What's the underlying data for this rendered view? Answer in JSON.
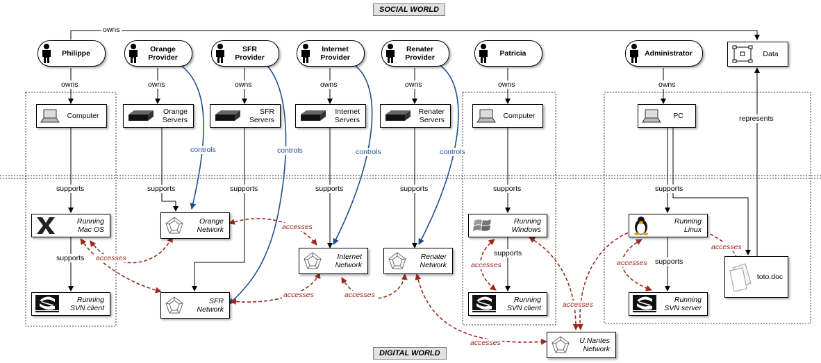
{
  "worlds": {
    "social": "SOCIAL WORLD",
    "digital": "DIGITAL WORLD"
  },
  "actors": [
    {
      "id": "philippe",
      "label": "Philippe"
    },
    {
      "id": "orange",
      "label": "Orange\nProvider"
    },
    {
      "id": "sfr",
      "label": "SFR\nProvider"
    },
    {
      "id": "internet",
      "label": "Internet\nProvider"
    },
    {
      "id": "renater",
      "label": "Renater\nProvider"
    },
    {
      "id": "patricia",
      "label": "Patricia"
    },
    {
      "id": "admin",
      "label": "Administrator"
    }
  ],
  "data_node": {
    "label": "Data"
  },
  "devices": {
    "computer1": "Computer",
    "orange_servers": "Orange\nServers",
    "sfr_servers": "SFR\nServers",
    "internet_servers": "Internet\nServers",
    "renater_servers": "Renater\nServers",
    "computer2": "Computer",
    "pc": "PC"
  },
  "software": {
    "macos": "Running\nMac OS",
    "svn1": "Running\nSVN client",
    "windows": "Running\nWindows",
    "svn2": "Running\nSVN client",
    "linux": "Running\nLinux",
    "svnserver": "Running\nSVN server",
    "toto": "toto.doc"
  },
  "networks": {
    "orange": "Orange\nNetwork",
    "sfr": "SFR\nNetwork",
    "internet": "Internet\nNetwork",
    "renater": "Renater\nNetwork",
    "unantes": "U.Nantes\nNetwork"
  },
  "edge_labels": {
    "owns": "owns",
    "supports": "supports",
    "controls": "controls",
    "accesses": "accesses",
    "represents": "represents"
  },
  "colors": {
    "controls": "#1d4f91",
    "accesses": "#9b2a1e",
    "separator": "#9a9a9a"
  }
}
